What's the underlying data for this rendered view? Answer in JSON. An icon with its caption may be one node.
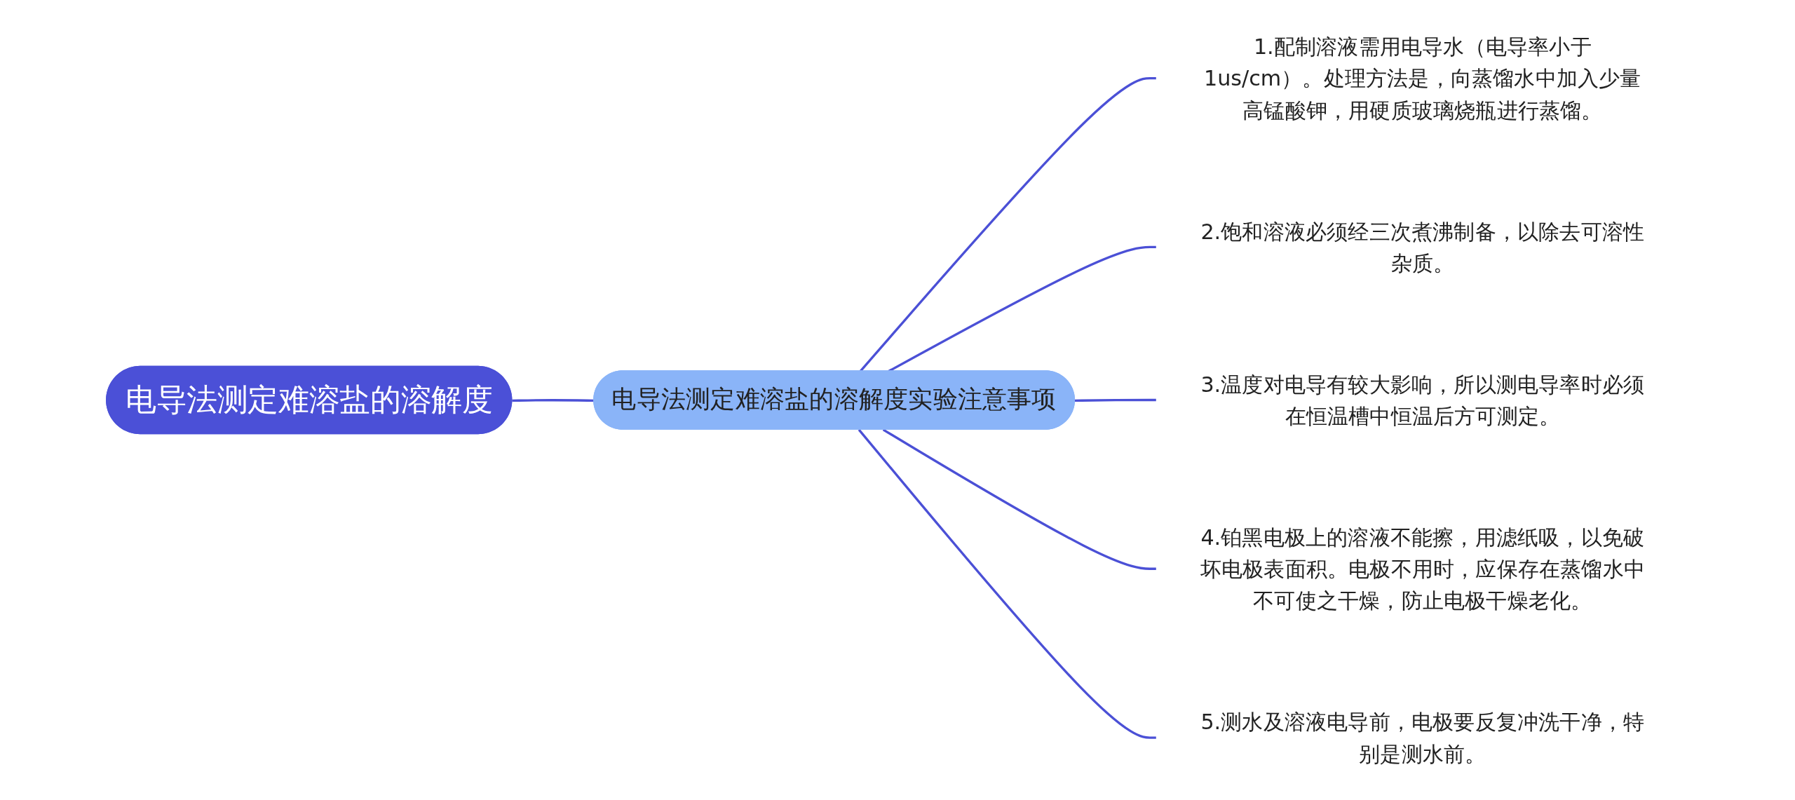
{
  "diagram": {
    "nodes": [
      {
        "text": [
          "电导法测定难溶盐的溶解度"
        ]
      },
      {
        "text": [
          "电导法测定难溶盐的溶解度实验注意事项"
        ]
      },
      {
        "text": [
          "1.配制溶液需用电导水（电导率小于1us/cm）。处理方法是，向蒸馏水中加入少量高锰酸钾，用硬质玻璃烧瓶进行蒸馏。"
        ]
      },
      {
        "text": [
          "2.饱和溶液必须经三次煮沸制备，以除去可溶性杂质。"
        ]
      },
      {
        "text": [
          "3.温度对电导有较大影响，所以测电导率时必须在恒温槽中恒温后方可测定。"
        ]
      },
      {
        "text": [
          "4.铂黑电极上的溶液不能擦，用滤纸吸，以免破坏电极表面积。电极不用时，应保存在蒸馏水中不可使之干燥，防止电极干燥老化。"
        ]
      },
      {
        "text": [
          "5.测水及溶液电导前，电极要反复冲洗干净，特别是测水前。"
        ]
      }
    ],
    "edges": [
      {
        "from": 0,
        "to": 1,
        "arrow": "none"
      },
      {
        "from": 1,
        "to": 2,
        "arrow": "none"
      },
      {
        "from": 1,
        "to": 3,
        "arrow": "none"
      },
      {
        "from": 1,
        "to": 4,
        "arrow": "none"
      },
      {
        "from": 1,
        "to": 5,
        "arrow": "none"
      },
      {
        "from": 1,
        "to": 6,
        "arrow": "none"
      }
    ]
  }
}
